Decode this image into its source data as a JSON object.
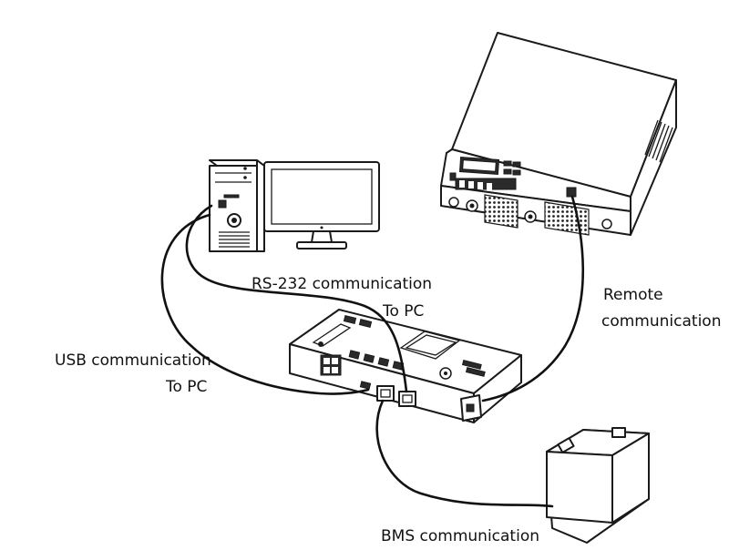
{
  "labels": {
    "rs232_line1": "RS-232 communication",
    "rs232_line2": "To PC",
    "remote_line1": "Remote",
    "remote_line2": "communication",
    "usb_line1": "USB communication",
    "usb_line2": "To PC",
    "bms": "BMS communication"
  },
  "colors": {
    "line": "#1a1a1a",
    "background": "#ffffff",
    "grille": "#bdbdbd"
  }
}
